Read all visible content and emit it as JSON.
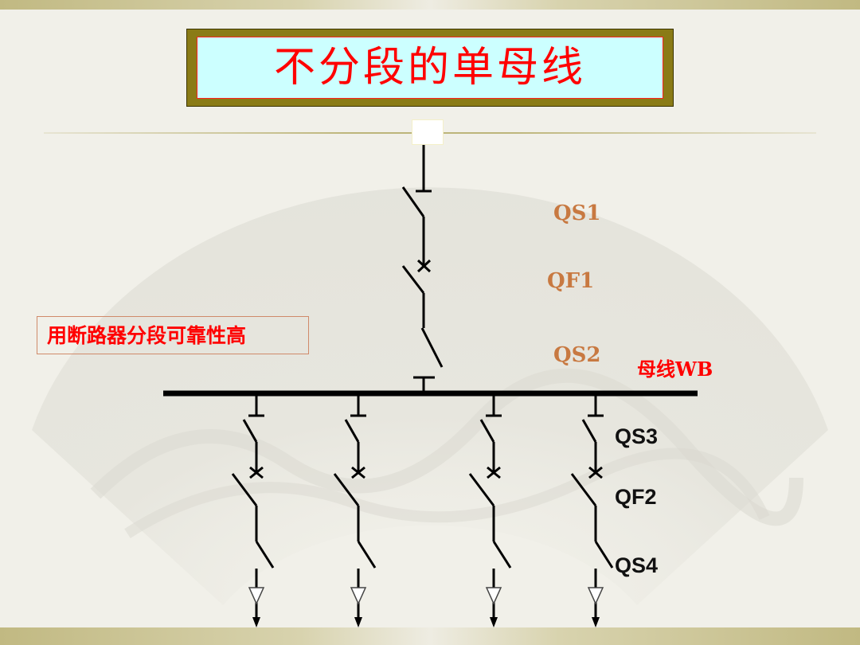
{
  "slide": {
    "title": "不分段的单母线",
    "note": "用断路器分段可靠性高",
    "colors": {
      "title_text": "#ff0000",
      "title_bg": "#ccffff",
      "title_frame": "#8a7b16",
      "label_brown": "#c87941",
      "label_red": "#ff0000",
      "label_black": "#111111",
      "line": "#000000"
    }
  },
  "diagram": {
    "incoming": {
      "labels": [
        "QS1",
        "QF1",
        "QS2"
      ]
    },
    "bus": {
      "label": "母线WB"
    },
    "feeders": {
      "count": 4,
      "labels": [
        "QS3",
        "QF2",
        "QS4"
      ]
    }
  }
}
